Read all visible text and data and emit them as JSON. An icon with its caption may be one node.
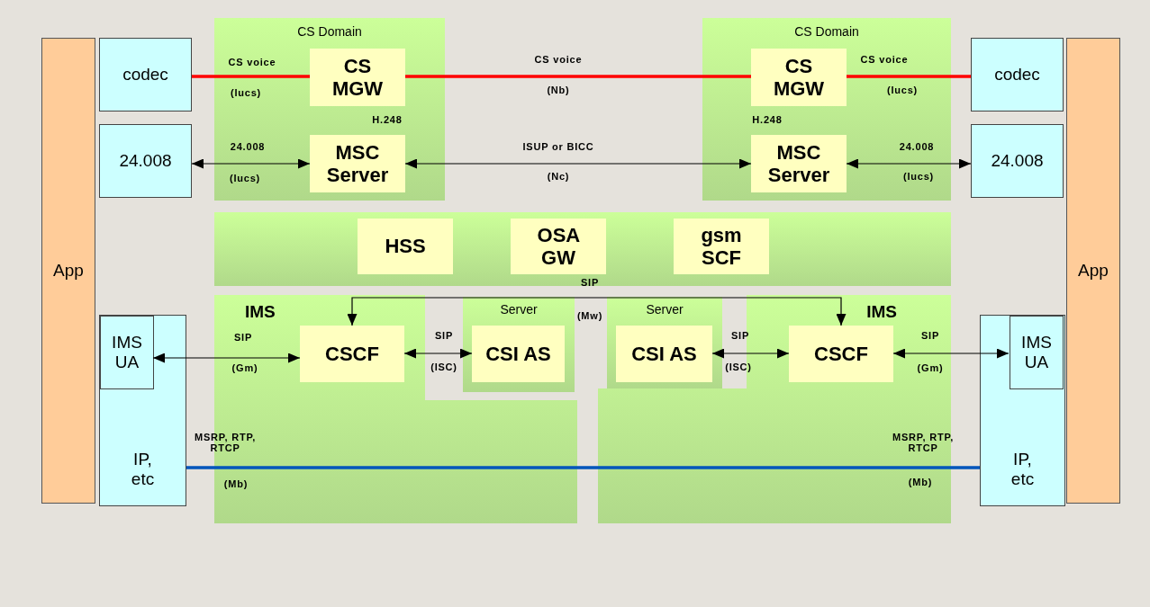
{
  "diagram": {
    "nodes": [
      {
        "text": [
          "App"
        ]
      },
      {
        "text": [
          "codec"
        ]
      },
      {
        "text": [
          "24.008"
        ]
      },
      {
        "text": [
          "CS Domain"
        ]
      },
      {
        "text": [
          "CS MGW"
        ],
        "in": 3
      },
      {
        "text": [
          "MSC Server"
        ],
        "in": 3
      },
      {
        "text": [
          "CS Domain"
        ]
      },
      {
        "text": [
          "CS MGW"
        ],
        "in": 6
      },
      {
        "text": [
          "MSC Server"
        ],
        "in": 6
      },
      {
        "text": [
          "codec"
        ]
      },
      {
        "text": [
          "24.008"
        ]
      },
      {
        "text": [
          "App"
        ]
      },
      {
        "text": [],
        "shape": "bar"
      },
      {
        "text": [
          "HSS"
        ],
        "in": 12
      },
      {
        "text": [
          "OSA GW"
        ],
        "in": 12
      },
      {
        "text": [
          "gsm SCF"
        ],
        "in": 12
      },
      {
        "text": [
          "IP, etc"
        ]
      },
      {
        "text": [
          "IMS UA"
        ],
        "in": 16
      },
      {
        "text": [
          "IMS"
        ]
      },
      {
        "text": [
          "CSCF"
        ],
        "in": 18
      },
      {
        "text": [
          "Server"
        ]
      },
      {
        "text": [
          "CSI AS"
        ],
        "in": 20
      },
      {
        "text": [
          "Server"
        ]
      },
      {
        "text": [
          "CSI AS"
        ],
        "in": 22
      },
      {
        "text": [
          "IMS"
        ]
      },
      {
        "text": [
          "CSCF"
        ],
        "in": 24
      },
      {
        "text": [
          "IP, etc"
        ]
      },
      {
        "text": [
          "IMS UA"
        ],
        "in": 26
      }
    ],
    "edges": [
      {
        "from": 1,
        "to": 4,
        "arrow": "none",
        "label": "CS voice",
        "style": "thick",
        "color": "#ff0000"
      },
      {
        "from": 4,
        "to": 7,
        "arrow": "none",
        "label": "CS voice",
        "style": "thick",
        "color": "#ff0000"
      },
      {
        "from": 7,
        "to": 9,
        "arrow": "none",
        "label": "CS voice",
        "style": "thick",
        "color": "#ff0000"
      },
      {
        "from": 2,
        "to": 5,
        "arrow": "both",
        "label": "24.008"
      },
      {
        "from": 5,
        "to": 8,
        "arrow": "both",
        "label": "ISUP or BICC"
      },
      {
        "from": 8,
        "to": 10,
        "arrow": "both",
        "label": "24.008"
      },
      {
        "from": 19,
        "to": 25,
        "arrow": "both",
        "label": "SIP"
      },
      {
        "from": 17,
        "to": 19,
        "arrow": "both",
        "label": "SIP"
      },
      {
        "from": 19,
        "to": 21,
        "arrow": "both",
        "label": "SIP"
      },
      {
        "from": 23,
        "to": 25,
        "arrow": "both",
        "label": "SIP"
      },
      {
        "from": 25,
        "to": 27,
        "arrow": "both",
        "label": "SIP"
      },
      {
        "from": 16,
        "to": 26,
        "arrow": "none",
        "label": "MSRP, RTP, RTCP",
        "style": "thick",
        "color": "#0055bb"
      }
    ],
    "labels": [
      "(Iucs)",
      "(Nb)",
      "(Iucs)",
      "H.248",
      "H.248",
      "(Iucs)",
      "(Nc)",
      "(Iucs)",
      "(Mw)",
      "(Gm)",
      "(ISC)",
      "(ISC)",
      "(Gm)",
      "(Mb)",
      "MSRP, RTP, RTCP",
      "(Mb)"
    ]
  }
}
